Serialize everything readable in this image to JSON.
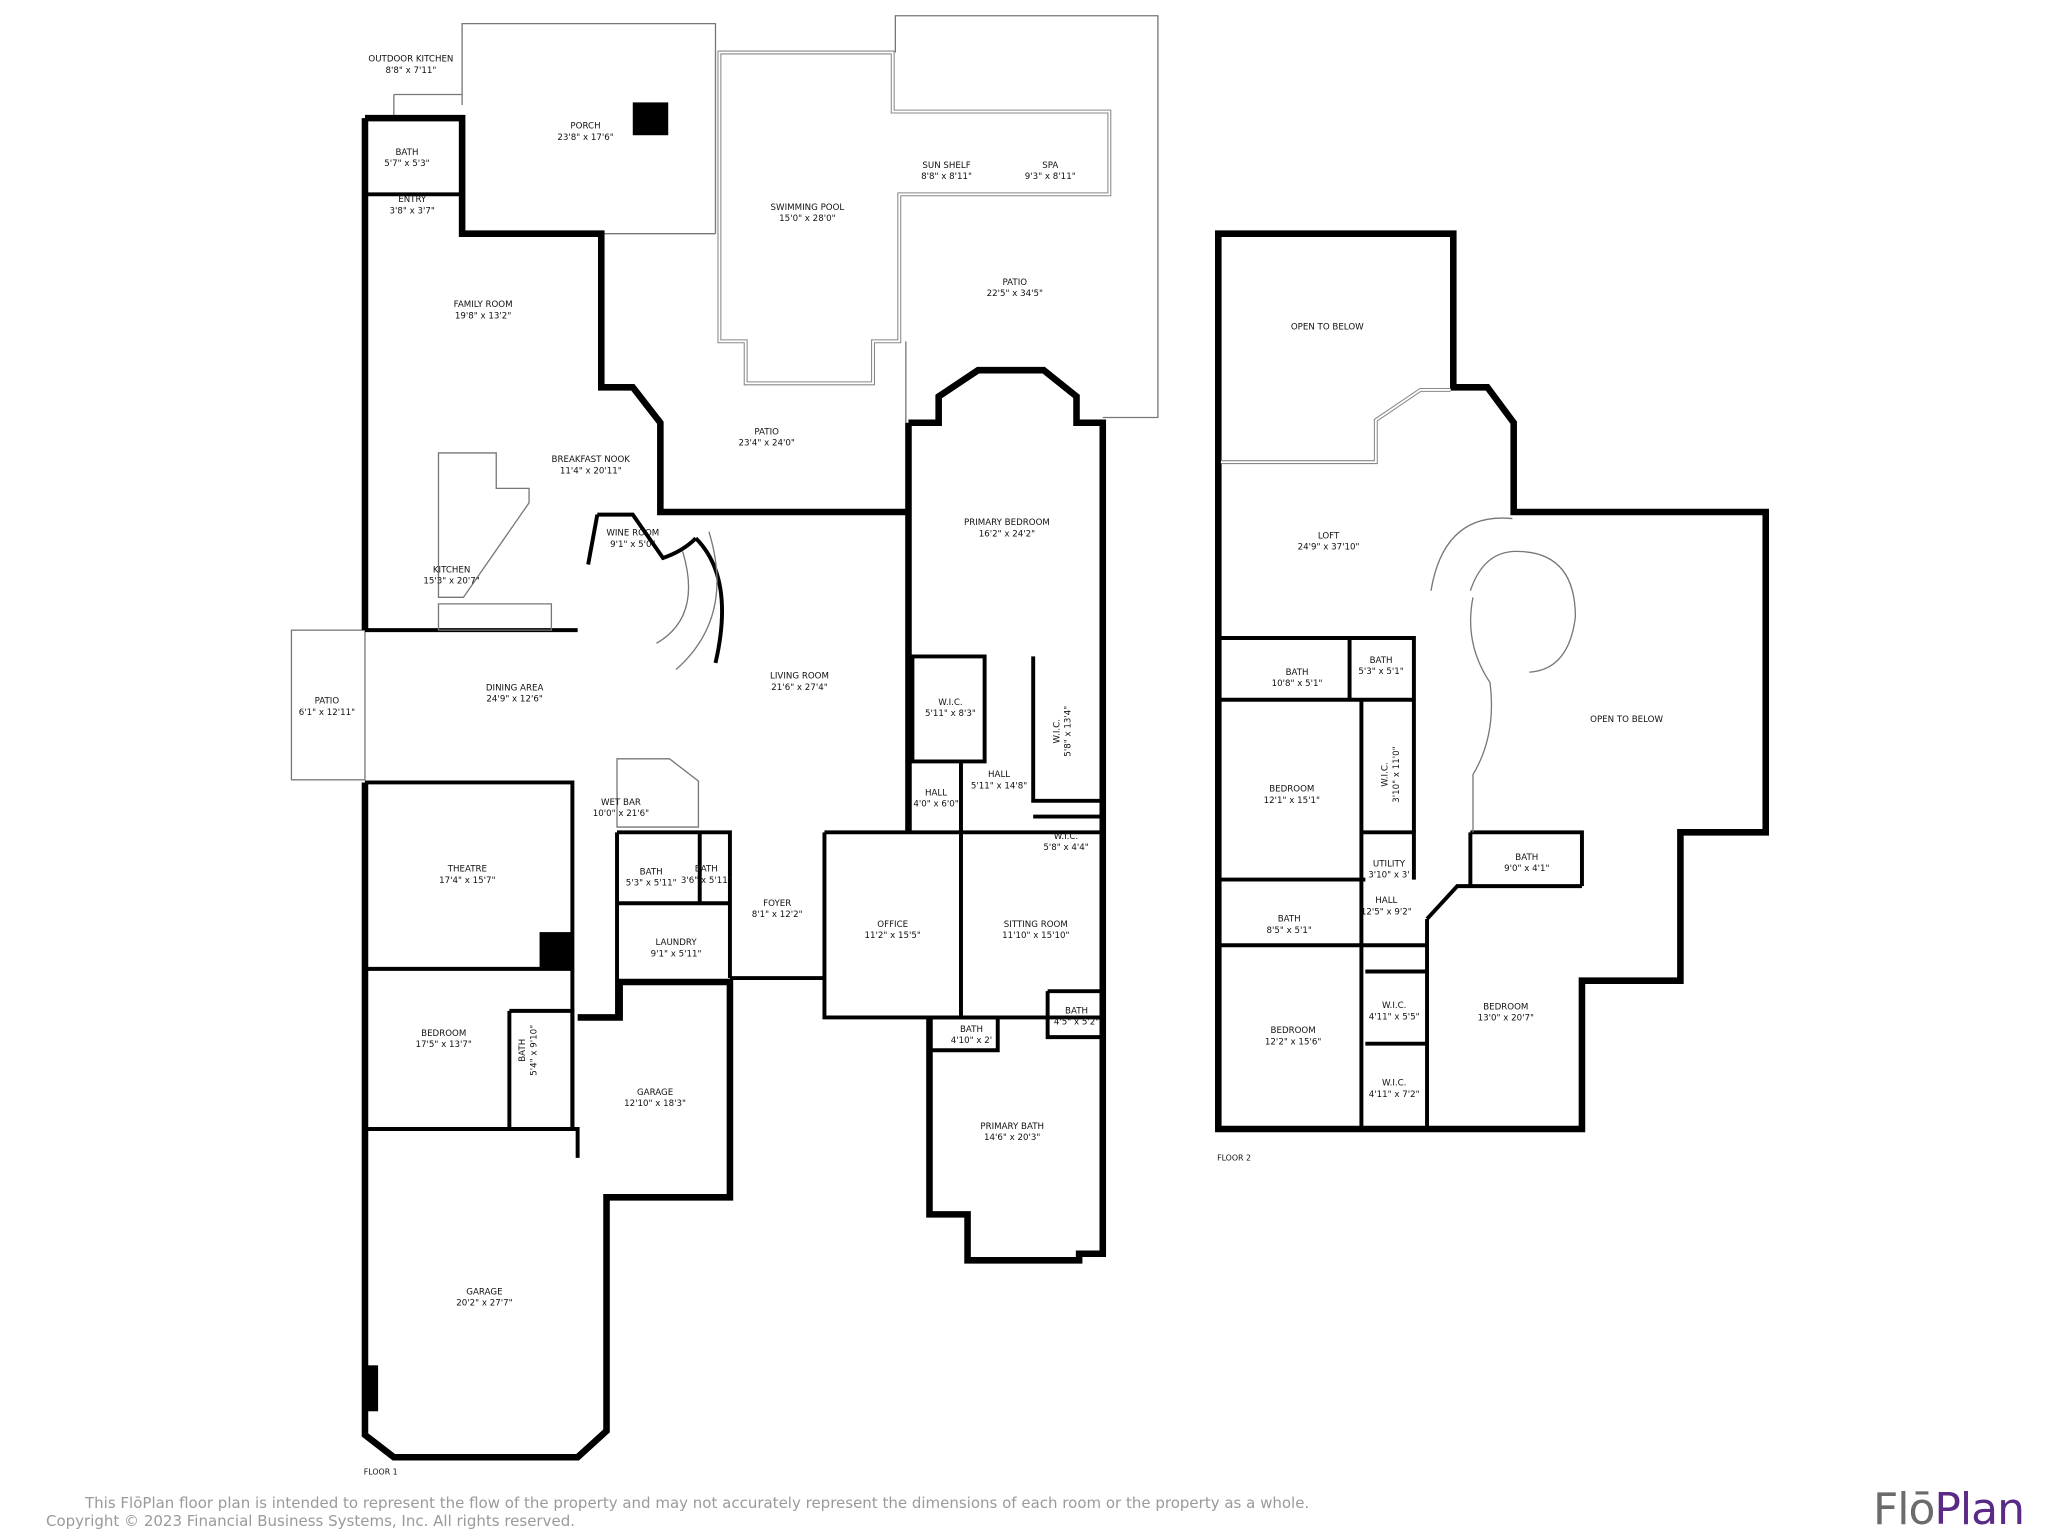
{
  "floors": [
    {
      "label": "FLOOR 1",
      "rooms": [
        {
          "name": "OUTDOOR KITCHEN",
          "dims": "8'8\" x 7'11\""
        },
        {
          "name": "PORCH",
          "dims": "23'8\" x 17'6\""
        },
        {
          "name": "BATH",
          "dims": "5'7\" x 5'3\""
        },
        {
          "name": "ENTRY",
          "dims": "3'8\" x 3'7\""
        },
        {
          "name": "SWIMMING POOL",
          "dims": "15'0\" x 28'0\""
        },
        {
          "name": "SUN SHELF",
          "dims": "8'8\" x 8'11\""
        },
        {
          "name": "SPA",
          "dims": "9'3\" x 8'11\""
        },
        {
          "name": "PATIO",
          "dims": "22'5\" x 34'5\""
        },
        {
          "name": "FAMILY ROOM",
          "dims": "19'8\" x 13'2\""
        },
        {
          "name": "PATIO",
          "dims": "23'4\" x 24'0\""
        },
        {
          "name": "BREAKFAST NOOK",
          "dims": "11'4\" x 20'11\""
        },
        {
          "name": "PRIMARY BEDROOM",
          "dims": "16'2\" x 24'2\""
        },
        {
          "name": "WINE ROOM",
          "dims": "9'1\" x 5'0\""
        },
        {
          "name": "KITCHEN",
          "dims": "15'3\" x 20'7\""
        },
        {
          "name": "DINING AREA",
          "dims": "24'9\" x 12'6\""
        },
        {
          "name": "PATIO",
          "dims": "6'1\" x 12'11\""
        },
        {
          "name": "LIVING ROOM",
          "dims": "21'6\" x 27'4\""
        },
        {
          "name": "W.I.C.",
          "dims": "5'11\" x 8'3\""
        },
        {
          "name": "W.I.C.",
          "dims": "5'8\" x 13'4\""
        },
        {
          "name": "HALL",
          "dims": "5'11\" x 14'8\""
        },
        {
          "name": "HALL",
          "dims": "4'0\" x 6'0\""
        },
        {
          "name": "WET BAR",
          "dims": "10'0\" x 21'6\""
        },
        {
          "name": "W.I.C.",
          "dims": "5'8\" x 4'4\""
        },
        {
          "name": "THEATRE",
          "dims": "17'4\" x 15'7\""
        },
        {
          "name": "BATH",
          "dims": "5'3\" x 5'11\""
        },
        {
          "name": "BATH",
          "dims": "3'6\" x 5'11\""
        },
        {
          "name": "FOYER",
          "dims": "8'1\" x 12'2\""
        },
        {
          "name": "OFFICE",
          "dims": "11'2\" x 15'5\""
        },
        {
          "name": "SITTING ROOM",
          "dims": "11'10\" x 15'10\""
        },
        {
          "name": "LAUNDRY",
          "dims": "9'1\" x 5'11\""
        },
        {
          "name": "BATH",
          "dims": "4'10\" x 2'"
        },
        {
          "name": "BATH",
          "dims": "4'5\" x 5'2\""
        },
        {
          "name": "BEDROOM",
          "dims": "17'5\" x 13'7\""
        },
        {
          "name": "BATH",
          "dims": "5'4\" x 9'10\""
        },
        {
          "name": "GARAGE",
          "dims": "12'10\" x 18'3\""
        },
        {
          "name": "PRIMARY BATH",
          "dims": "14'6\" x 20'3\""
        },
        {
          "name": "GARAGE",
          "dims": "20'2\" x 27'7\""
        }
      ]
    },
    {
      "label": "FLOOR 2",
      "rooms": [
        {
          "name": "OPEN TO BELOW",
          "dims": ""
        },
        {
          "name": "LOFT",
          "dims": "24'9\" x 37'10\""
        },
        {
          "name": "BATH",
          "dims": "10'8\" x 5'1\""
        },
        {
          "name": "BATH",
          "dims": "5'3\" x 5'1\""
        },
        {
          "name": "OPEN TO BELOW",
          "dims": ""
        },
        {
          "name": "BEDROOM",
          "dims": "12'1\" x 15'1\""
        },
        {
          "name": "W.I.C.",
          "dims": "3'10\" x 11'0\""
        },
        {
          "name": "UTILITY",
          "dims": "3'10\" x 3'"
        },
        {
          "name": "BATH",
          "dims": "9'0\" x 4'1\""
        },
        {
          "name": "HALL",
          "dims": "12'5\" x 9'2\""
        },
        {
          "name": "BATH",
          "dims": "8'5\" x 5'1\""
        },
        {
          "name": "W.I.C.",
          "dims": "4'11\" x 5'5\""
        },
        {
          "name": "BEDROOM",
          "dims": "13'0\" x 20'7\""
        },
        {
          "name": "BEDROOM",
          "dims": "12'2\" x 15'6\""
        },
        {
          "name": "W.I.C.",
          "dims": "4'11\" x 7'2\""
        }
      ]
    }
  ],
  "footer": {
    "disclaimer": "This FlōPlan floor plan is intended to represent the flow of the property and may not accurately represent the dimensions of each room or the property as a whole.",
    "copyright": "Copyright © 2023 Financial Business Systems, Inc. All rights reserved."
  },
  "logo": {
    "part1": "Flō",
    "part2": "Plan",
    "colors": {
      "flo": "#6b6b6b",
      "plan": "#5b2a86"
    }
  }
}
